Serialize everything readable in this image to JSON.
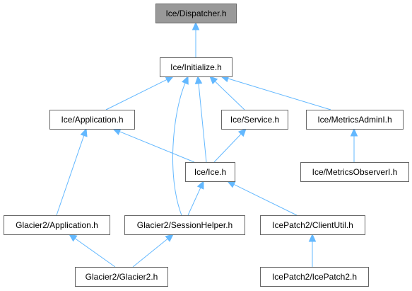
{
  "colors": {
    "root_fill": "#999999",
    "node_fill": "#ffffff",
    "node_border": "#666666",
    "edge": "#63b8ff"
  },
  "nodes": [
    {
      "id": "dispatcher",
      "label": "Ice/Dispatcher.h",
      "root": true
    },
    {
      "id": "initialize",
      "label": "Ice/Initialize.h"
    },
    {
      "id": "application",
      "label": "Ice/Application.h"
    },
    {
      "id": "service",
      "label": "Ice/Service.h"
    },
    {
      "id": "metricsadmin",
      "label": "Ice/MetricsAdminI.h"
    },
    {
      "id": "ice",
      "label": "Ice/Ice.h"
    },
    {
      "id": "metricsobserver",
      "label": "Ice/MetricsObserverI.h"
    },
    {
      "id": "glacier2app",
      "label": "Glacier2/Application.h"
    },
    {
      "id": "sessionhelper",
      "label": "Glacier2/SessionHelper.h"
    },
    {
      "id": "clientutil",
      "label": "IcePatch2/ClientUtil.h"
    },
    {
      "id": "glacier2",
      "label": "Glacier2/Glacier2.h"
    },
    {
      "id": "icepatch2",
      "label": "IcePatch2/IcePatch2.h"
    }
  ],
  "edges": [
    {
      "from": "initialize",
      "to": "dispatcher"
    },
    {
      "from": "application",
      "to": "initialize"
    },
    {
      "from": "service",
      "to": "initialize"
    },
    {
      "from": "metricsadmin",
      "to": "initialize"
    },
    {
      "from": "ice",
      "to": "initialize"
    },
    {
      "from": "sessionhelper",
      "to": "initialize"
    },
    {
      "from": "ice",
      "to": "application"
    },
    {
      "from": "glacier2app",
      "to": "application"
    },
    {
      "from": "ice",
      "to": "service"
    },
    {
      "from": "metricsobserver",
      "to": "metricsadmin"
    },
    {
      "from": "sessionhelper",
      "to": "ice"
    },
    {
      "from": "clientutil",
      "to": "ice"
    },
    {
      "from": "glacier2",
      "to": "glacier2app"
    },
    {
      "from": "glacier2",
      "to": "sessionhelper"
    },
    {
      "from": "icepatch2",
      "to": "clientutil"
    }
  ]
}
